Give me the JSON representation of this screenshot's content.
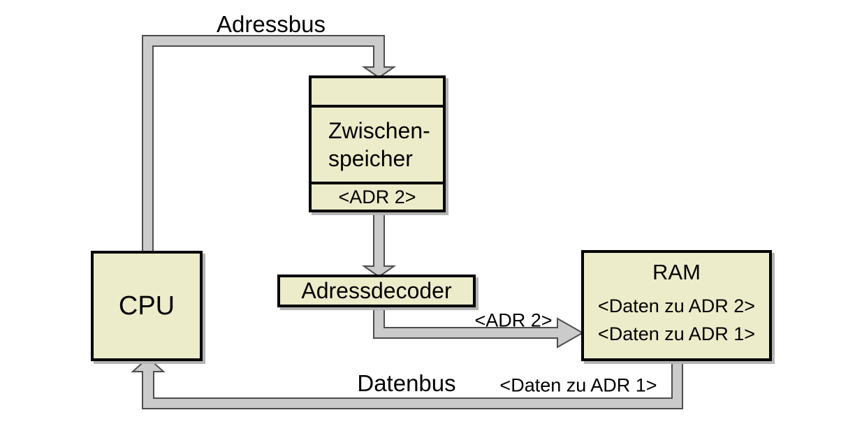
{
  "diagram": {
    "labels": {
      "adressbus": "Adressbus",
      "datenbus": "Datenbus",
      "adr2_bus": "<ADR 2>",
      "daten_zu_adr1_bus": "<Daten zu ADR 1>"
    },
    "nodes": {
      "cpu": {
        "label": "CPU"
      },
      "buffer": {
        "line1": "Zwischen-",
        "line2": "speicher",
        "register": "<ADR 2>"
      },
      "decoder": {
        "label": "Adressdecoder"
      },
      "ram": {
        "title": "RAM",
        "row1": "<Daten zu ADR 2>",
        "row2": "<Daten zu ADR 1>"
      }
    },
    "colors": {
      "background": "#FFFFFF",
      "text": "#000000",
      "border": "#000000",
      "box_fill": "#EDECCA",
      "bus_fill": "#CBCBCB",
      "bus_outline": "#4D4D4D",
      "shadow": "#B4B4B4"
    }
  }
}
